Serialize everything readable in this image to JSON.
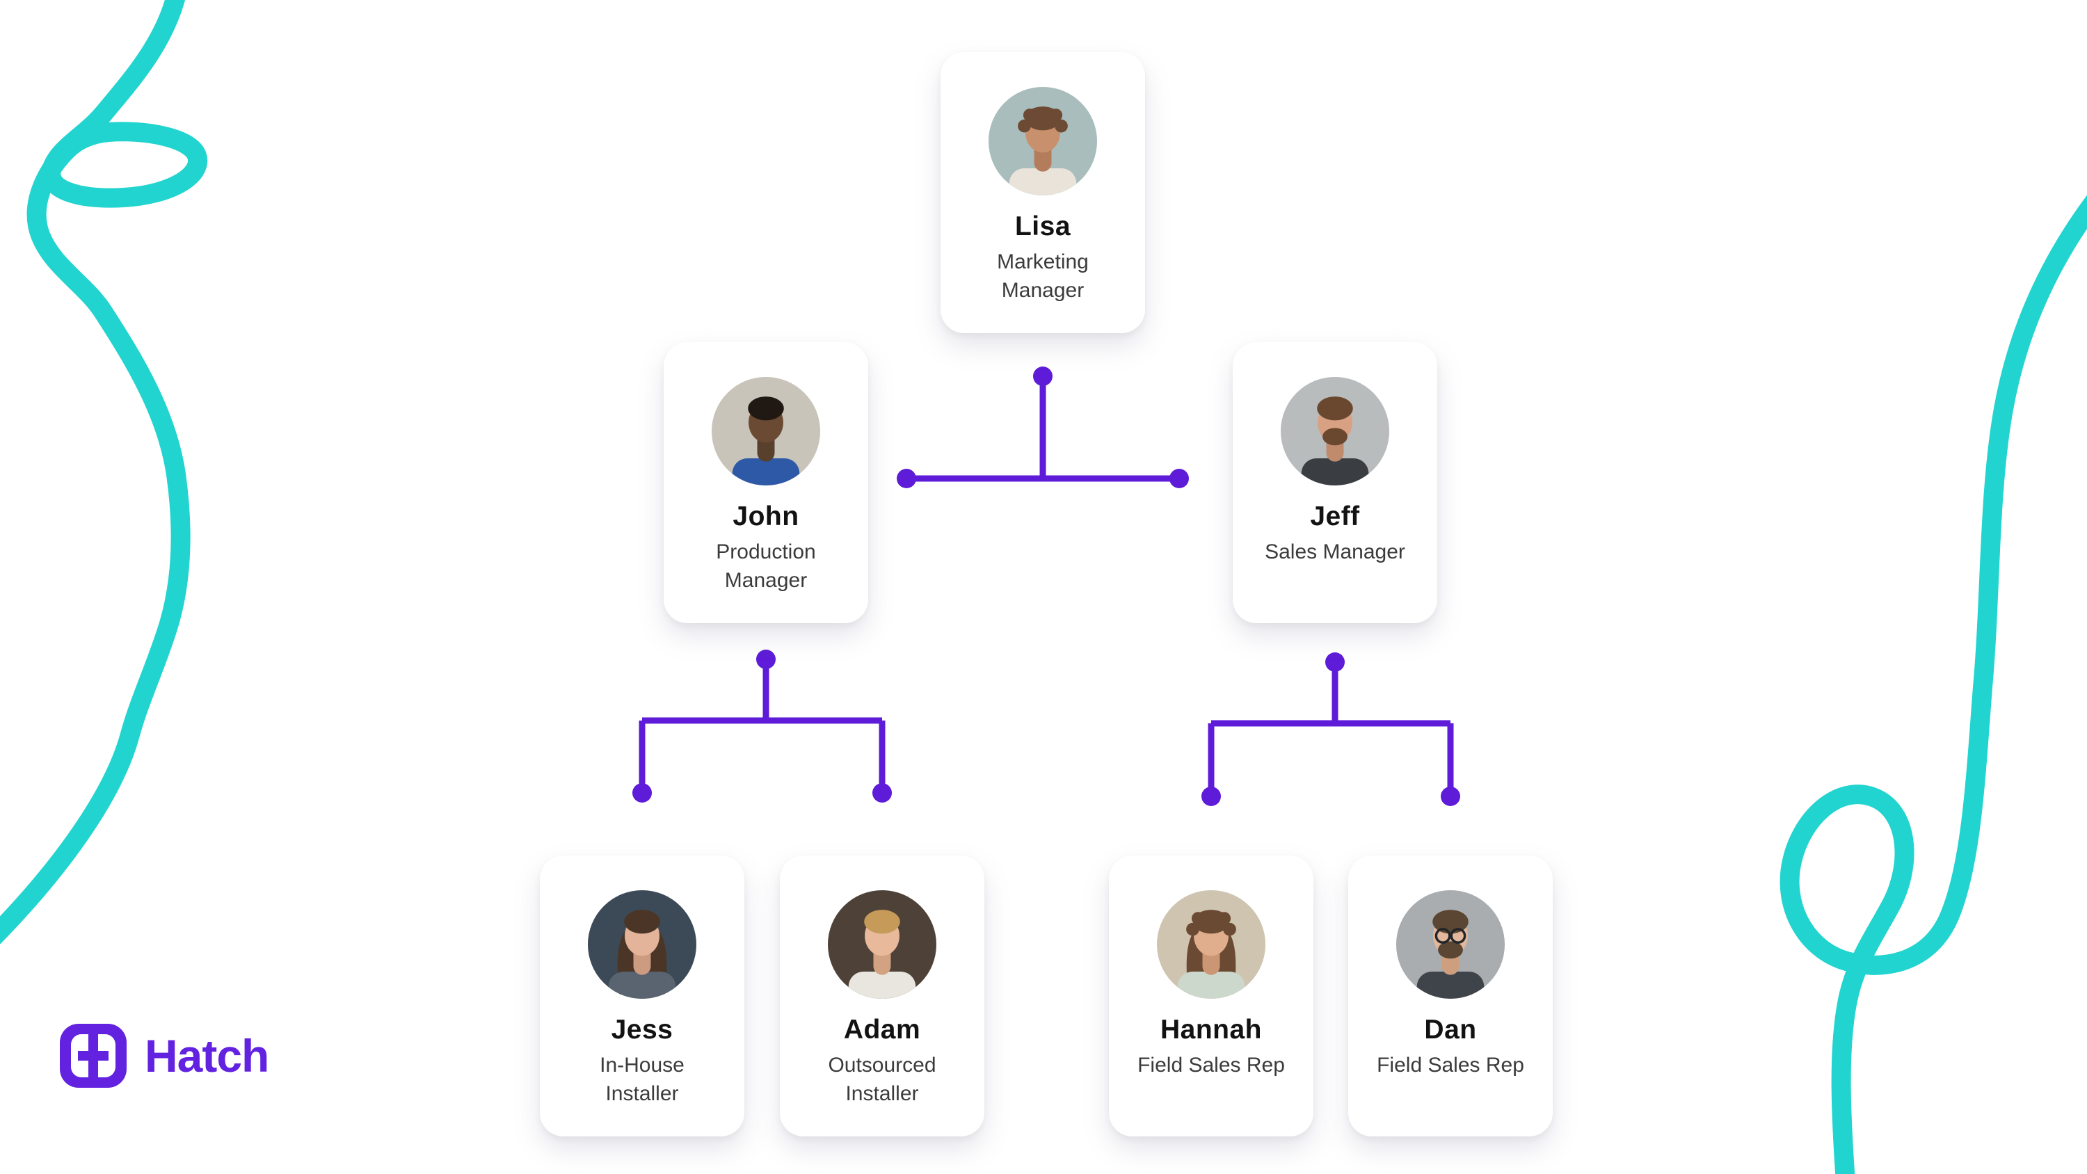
{
  "brand": {
    "name": "Hatch"
  },
  "colors": {
    "purple": "#5e1cd8",
    "logo_purple": "#6222e0",
    "teal": "#21d4cf",
    "card_bg": "#ffffff",
    "page_bg": "#ffffff",
    "name_text": "#121212",
    "role_text": "#3b3b3b"
  },
  "org": {
    "people": [
      {
        "id": "lisa",
        "name": "Lisa",
        "role": "Marketing Manager",
        "avatar": {
          "bg": "#a9bdbd",
          "skin": "#c8906c",
          "skin_shade": "#b37d5c",
          "hair": "#6d4a33",
          "shirt": "#e9e3da",
          "curly": true,
          "long_hair": false,
          "beard": false,
          "glasses": false
        }
      },
      {
        "id": "john",
        "name": "John",
        "role": "Production Manager",
        "avatar": {
          "bg": "#c9c4ba",
          "skin": "#6b4a33",
          "skin_shade": "#59402c",
          "hair": "#201812",
          "shirt": "#2e59a7",
          "curly": false,
          "long_hair": false,
          "beard": false,
          "glasses": false
        }
      },
      {
        "id": "jeff",
        "name": "Jeff",
        "role": "Sales Manager",
        "avatar": {
          "bg": "#b8bcbc",
          "skin": "#d9a183",
          "skin_shade": "#c08b6d",
          "hair": "#6a4830",
          "shirt": "#3a3d42",
          "curly": false,
          "long_hair": false,
          "beard": true,
          "glasses": false
        }
      },
      {
        "id": "jess",
        "name": "Jess",
        "role": "In-House Installer",
        "avatar": {
          "bg": "#3c4a57",
          "skin": "#e3b49a",
          "skin_shade": "#cd9b80",
          "hair": "#4a3526",
          "shirt": "#5a6470",
          "curly": false,
          "long_hair": true,
          "beard": false,
          "glasses": false
        }
      },
      {
        "id": "adam",
        "name": "Adam",
        "role": "Outsourced Installer",
        "avatar": {
          "bg": "#4e4238",
          "skin": "#e8b99a",
          "skin_shade": "#d2a282",
          "hair": "#c69a58",
          "shirt": "#e9e6e0",
          "curly": false,
          "long_hair": false,
          "beard": false,
          "glasses": false
        }
      },
      {
        "id": "hannah",
        "name": "Hannah",
        "role": "Field Sales Rep",
        "avatar": {
          "bg": "#cfc4b0",
          "skin": "#e0ad8d",
          "skin_shade": "#ca9673",
          "hair": "#6b4a33",
          "shirt": "#cdd8cc",
          "curly": true,
          "long_hair": true,
          "beard": false,
          "glasses": false
        }
      },
      {
        "id": "dan",
        "name": "Dan",
        "role": "Field Sales Rep",
        "avatar": {
          "bg": "#a9adb0",
          "skin": "#e3b79b",
          "skin_shade": "#cd9f7f",
          "hair": "#5a4632",
          "shirt": "#3f444a",
          "curly": false,
          "long_hair": false,
          "beard": true,
          "glasses": true
        }
      }
    ],
    "edges": [
      {
        "from": "lisa",
        "to": [
          "john",
          "jeff"
        ]
      },
      {
        "from": "john",
        "to": [
          "jess",
          "adam"
        ]
      },
      {
        "from": "jeff",
        "to": [
          "hannah",
          "dan"
        ]
      }
    ]
  }
}
